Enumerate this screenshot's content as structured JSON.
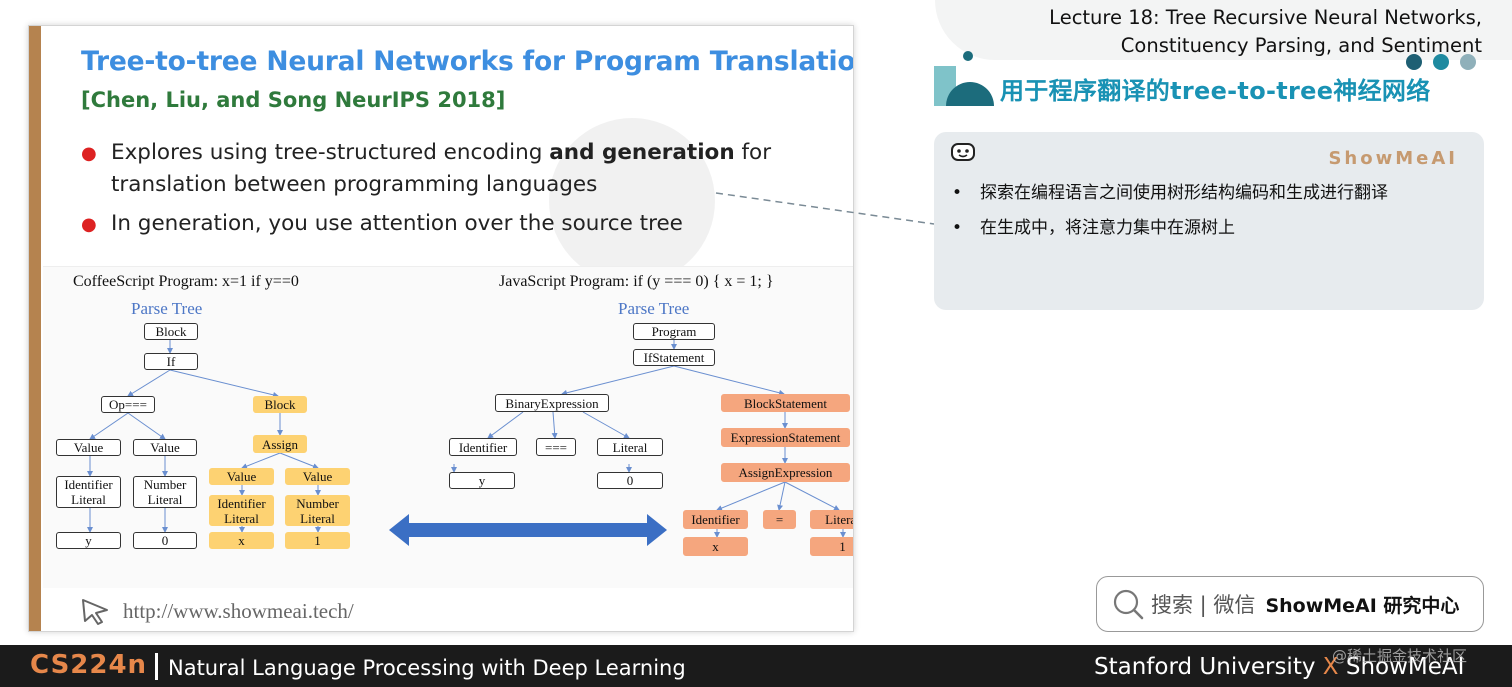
{
  "slide": {
    "title": "Tree-to-tree Neural Networks for Program Translation",
    "citation": "[Chen, Liu, and Song NeurIPS 2018]",
    "bullet1_a": "Explores using tree-structured encoding ",
    "bullet1_b": "and generation",
    "bullet1_c": " for",
    "bullet1_cont": "translation between programming languages",
    "bullet2": "In generation, you use attention over the source tree",
    "url": "http://www.showmeai.tech/",
    "figure": {
      "left_heading": "CoffeeScript Program: x=1 if y==0",
      "right_heading": "JavaScript Program: if (y === 0) {  x = 1; }",
      "left_sub": "Parse Tree",
      "right_sub": "Parse Tree",
      "left_nodes": {
        "block": "Block",
        "if": "If",
        "op": "Op===",
        "block2": "Block",
        "assign": "Assign",
        "value1": "Value",
        "value2": "Value",
        "value3": "Value",
        "value4": "Value",
        "ident1": "Identifier Literal",
        "num1": "Number Literal",
        "ident2": "Identifier Literal",
        "num2": "Number Literal",
        "y": "y",
        "zero": "0",
        "x": "x",
        "one": "1"
      },
      "right_nodes": {
        "program": "Program",
        "ifstmt": "IfStatement",
        "binexpr": "BinaryExpression",
        "blockstmt": "BlockStatement",
        "exprstmt": "ExpressionStatement",
        "assignexpr": "AssignExpression",
        "ident": "Identifier",
        "eq3": "===",
        "literal": "Literal",
        "y": "y",
        "zero": "0",
        "ident2": "Identifier",
        "eq": "=",
        "literal2": "Literal",
        "x": "x",
        "one": "1"
      }
    }
  },
  "header": {
    "lecture_line1": "Lecture 18: Tree Recursive Neural Networks,",
    "lecture_line2": "Constituency Parsing, and Sentiment",
    "cn_title": "用于程序翻译的tree-to-tree神经网络"
  },
  "note": {
    "brand": "ShowMeAI",
    "item1": "探索在编程语言之间使用树形结构编码和生成进行翻译",
    "item2": "在生成中，将注意力集中在源树上"
  },
  "search": {
    "text": "搜索 | 微信",
    "brand": "ShowMeAI 研究中心"
  },
  "footer": {
    "course_code": "CS224n",
    "course_name": "Natural Language Processing with Deep Learning",
    "uni_a": "Stanford University ",
    "uni_x": "X",
    "uni_b": " ShowMeAI",
    "watermark": "@稀土掘金技术社区"
  },
  "colors": {
    "title_blue": "#3d8ee0",
    "citation_green": "#2f7a3c",
    "node_yellow": "#fdd272",
    "node_orange": "#f5a67e",
    "arrow_blue": "#3b6fc4",
    "accent_teal": "#1992b4",
    "footer_orange": "#e6874a"
  }
}
